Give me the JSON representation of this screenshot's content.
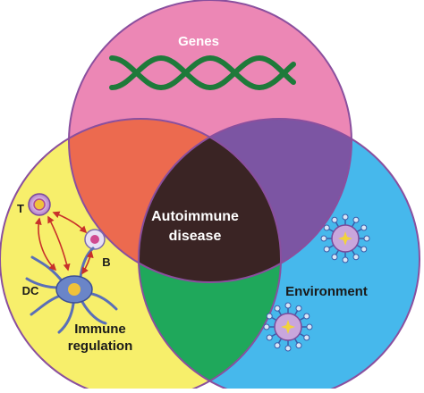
{
  "venn": {
    "sets": [
      {
        "id": "genes",
        "label": "Genes",
        "color": "#ec87b5"
      },
      {
        "id": "immune",
        "label_line1": "Immune",
        "label_line2": "regulation",
        "color": "#f7ef6b"
      },
      {
        "id": "environment",
        "label": "Environment",
        "color": "#46b8ec"
      }
    ],
    "overlap_colors": {
      "genes_immune": "#ec6a4f",
      "genes_environment": "#7c55a3",
      "immune_environment": "#1fa85b",
      "all_three": "#3a2424"
    },
    "center_line1": "Autoimmune",
    "center_line2": "disease",
    "outline_color": "#8a4f9e"
  },
  "cells": {
    "t_label": "T",
    "b_label": "B",
    "dc_label": "DC",
    "arrow_color": "#c8302a"
  },
  "colors": {
    "dna_strand": "#1e7a3a",
    "text_white": "#ffffff",
    "text_dark": "#1a1a1a"
  }
}
